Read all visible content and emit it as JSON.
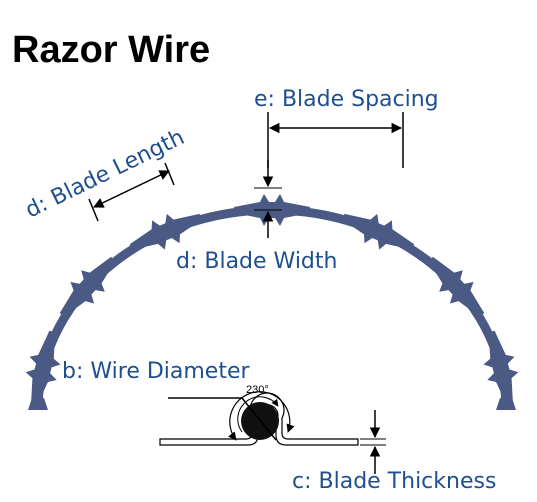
{
  "title": "Razor Wire",
  "colors": {
    "label": "#1f4f8f",
    "wire": "#4a5a85",
    "line": "#000000",
    "core": "#111111"
  },
  "labels": {
    "blade_spacing": "e: Blade Spacing",
    "blade_length": "d: Blade Length",
    "blade_width": "d: Blade Width",
    "wire_diameter": "b: Wire Diameter",
    "blade_thickness": "c: Blade Thickness"
  },
  "angle": "230°"
}
